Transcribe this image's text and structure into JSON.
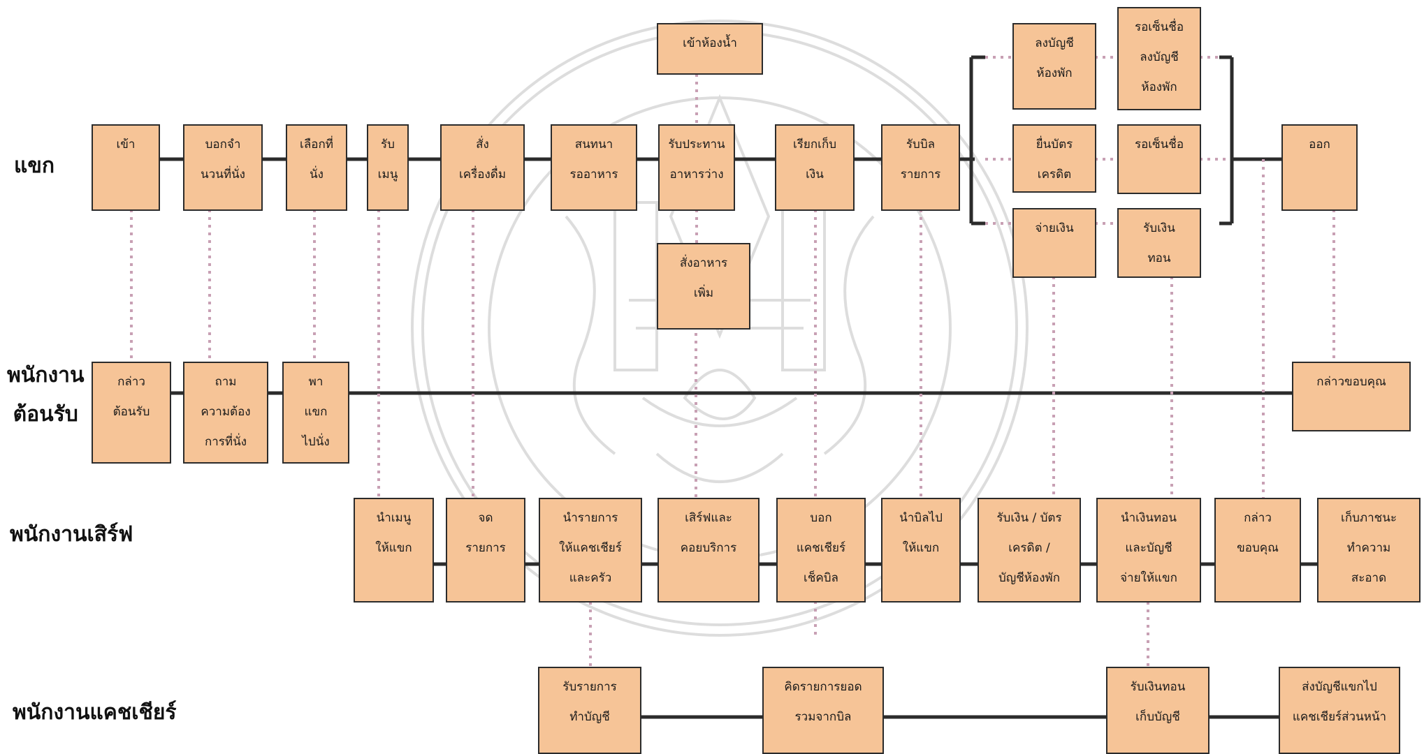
{
  "lanes": {
    "guest": "แขก",
    "host": "พนักงาน\nต้อนรับ",
    "server": "พนักงานเสิร์ฟ",
    "cashier": "พนักงานแคชเชียร์"
  },
  "guest": {
    "enter": "เข้า",
    "tell_count": "บอกจำ\nนวนที่นั่ง",
    "choose_seat": "เลือกที่\nนั่ง",
    "receive_menu": "รับ\nเมนู",
    "order_drinks": "สั่ง\nเครื่องดื่ม",
    "chat_wait": "สนทนา\nรออาหาร",
    "eat_appetizer": "รับประทาน\nอาหารว่าง",
    "call_bill": "เรียกเก็บ\nเงิน",
    "receive_bill": "รับบิล\nรายการ",
    "restroom": "เข้าห้องน้ำ",
    "order_more": "สั่งอาหาร\nเพิ่ม",
    "room_charge": "ลงบัญชี\nห้องพัก",
    "credit_card": "ยื่นบัตร\nเครดิต",
    "pay_cash": "จ่ายเงิน",
    "sign_room": "รอเซ็นชื่อ\nลงบัญชี\nห้องพัก",
    "wait_sign": "รอเซ็นชื่อ",
    "get_change": "รับเงิน\nทอน",
    "exit": "ออก"
  },
  "host": {
    "greet": "กล่าว\nต้อนรับ",
    "ask_seat": "ถาม\nความต้อง\nการที่นั่ง",
    "lead_seat": "พา\nแขก\nไปนั่ง",
    "thank": "กล่าวขอบคุณ"
  },
  "server": {
    "bring_menu": "นำเมนู\nให้แขก",
    "take_order": "จด\nรายการ",
    "send_order": "นำรายการ\nให้แคชเชียร์\nและครัว",
    "serve": "เสิร์ฟและ\nคอยบริการ",
    "tell_cashier": "บอก\nแคชเชียร์\nเช็คบิล",
    "bring_bill": "นำบิลไป\nให้แขก",
    "receive_payment": "รับเงิน / บัตร\nเครดิต /\nบัญชีห้องพัก",
    "return_change": "นำเงินทอน\nและบัญชี\nจ่ายให้แขก",
    "say_thanks": "กล่าว\nขอบคุณ",
    "clear_table": "เก็บภาชนะ\nทำความ\nสะอาด"
  },
  "cashier": {
    "record": "รับรายการ\nทำบัญชี",
    "compute": "คิดรายการยอด\nรวมจากบิล",
    "change": "รับเงินทอน\nเก็บบัญชี",
    "forward": "ส่งบัญชีแขกไป\nแคชเชียร์ส่วนหน้า"
  },
  "colors": {
    "box_fill": "#f6c497",
    "box_border": "#2b2b2b",
    "dotted_link": "#c8a0b4",
    "watermark": "#bdbdbd"
  }
}
